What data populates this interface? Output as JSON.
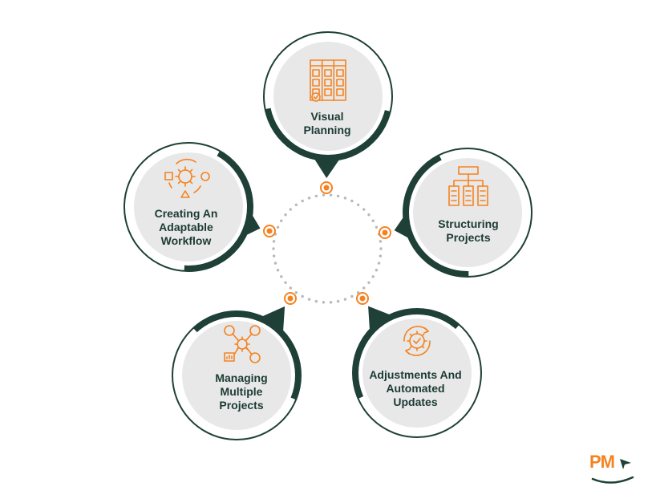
{
  "colors": {
    "dark_green": "#1e4036",
    "orange": "#f58220",
    "circle_fill": "#e8e8e8",
    "text": "#1b3a33",
    "dots": "#b8b8b8"
  },
  "nodes": [
    {
      "id": "visual-planning",
      "icon": "kanban-board-icon",
      "lines": [
        "Visual",
        "Planning"
      ]
    },
    {
      "id": "structuring-projects",
      "icon": "org-chart-icon",
      "lines": [
        "Structuring",
        "Projects"
      ]
    },
    {
      "id": "adjustments-automated-updates",
      "icon": "refresh-gear-icon",
      "lines": [
        "Adjustments And",
        "Automated",
        "Updates"
      ]
    },
    {
      "id": "managing-multiple-projects",
      "icon": "gear-network-icon",
      "lines": [
        "Managing",
        "Multiple",
        "Projects"
      ]
    },
    {
      "id": "adaptable-workflow",
      "icon": "workflow-gear-icon",
      "lines": [
        "Creating An",
        "Adaptable",
        "Workflow"
      ]
    }
  ],
  "logo": {
    "text": "PM",
    "icon": "pm-logo-icon"
  }
}
